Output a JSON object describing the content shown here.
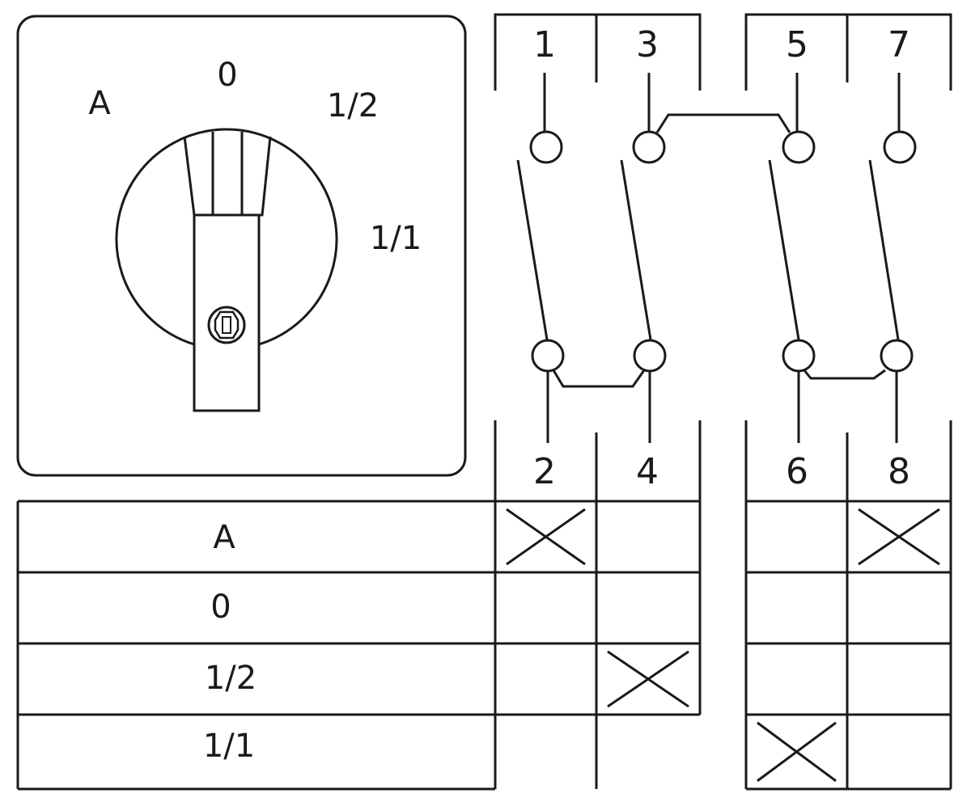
{
  "dial": {
    "positions": [
      "A",
      "0",
      "1/2",
      "1/1"
    ]
  },
  "contacts": {
    "top": [
      "1",
      "3",
      "5",
      "7"
    ],
    "bottom": [
      "2",
      "4",
      "6",
      "8"
    ]
  },
  "table": {
    "rows": [
      "A",
      "0",
      "1/2",
      "1/1"
    ],
    "closed": [
      [
        1,
        0,
        0,
        1
      ],
      [
        0,
        0,
        0,
        0
      ],
      [
        0,
        1,
        0,
        0
      ],
      [
        0,
        0,
        1,
        0
      ]
    ]
  },
  "colors": {
    "line": "#1a1a1a",
    "background": "#ffffff"
  }
}
